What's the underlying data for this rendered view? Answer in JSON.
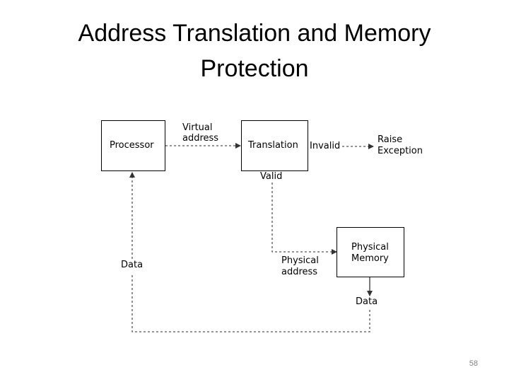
{
  "slide": {
    "title_line1": "Address Translation and Memory",
    "title_line2": "Protection",
    "page_number": "58"
  },
  "diagram": {
    "processor_label": "Processor",
    "translation_label": "Translation",
    "physical_memory_line1": "Physical",
    "physical_memory_line2": "Memory",
    "virtual_address_line1": "Virtual",
    "virtual_address_line2": "address",
    "invalid_label": "Invalid",
    "raise_exception_line1": "Raise",
    "raise_exception_line2": "Exception",
    "valid_label": "Valid",
    "physical_address_line1": "Physical",
    "physical_address_line2": "address",
    "data_out_label": "Data",
    "data_back_label": "Data"
  },
  "colors": {
    "line": "#555555",
    "text": "#000000"
  }
}
